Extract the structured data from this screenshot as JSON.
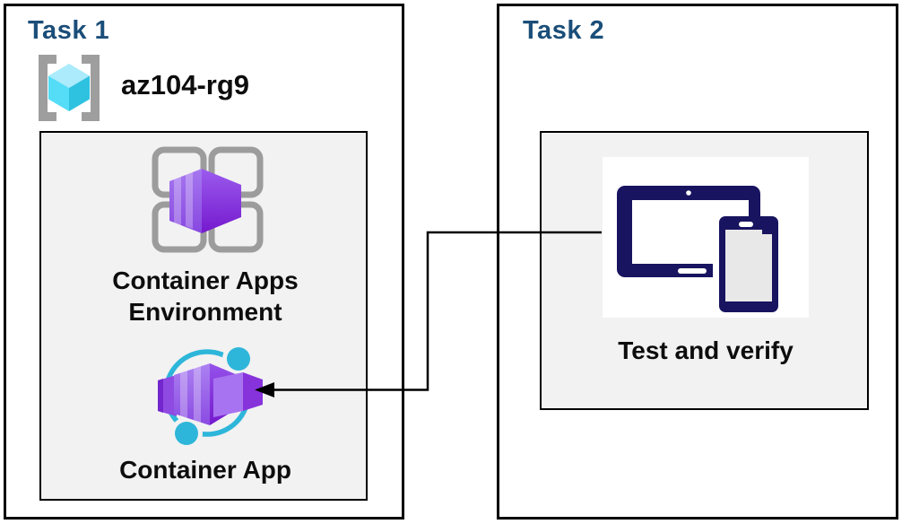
{
  "diagram": {
    "task1": {
      "title": "Task 1",
      "resource_group": {
        "name": "az104-rg9",
        "icon": "resource-group-icon"
      },
      "environment": {
        "label": "Container Apps Environment",
        "icon": "container-apps-environment-icon"
      },
      "app": {
        "label": "Container App",
        "icon": "container-app-icon"
      }
    },
    "task2": {
      "title": "Task 2",
      "test": {
        "label": "Test and verify",
        "icon": "devices-icon"
      }
    },
    "connector": {
      "from": "devices-icon",
      "to": "container-app-icon",
      "style": "elbow-arrow"
    }
  },
  "colors": {
    "heading": "#1B4E79",
    "label_text": "#0D0D0D",
    "box_border": "#000000",
    "inner_box_bg": "#F2F2F2",
    "bracket_gray": "#9E9E9E",
    "grid_gray": "#9C9C9C",
    "cube_top": "#ABEBFB",
    "cube_left": "#55DCF7",
    "cube_right": "#2EC2E0",
    "ring_cyan": "#2EB6DA",
    "purple_light": "#A678F0",
    "purple_dark": "#7519CE",
    "device_navy": "#181460",
    "connector_line": "#000000"
  }
}
